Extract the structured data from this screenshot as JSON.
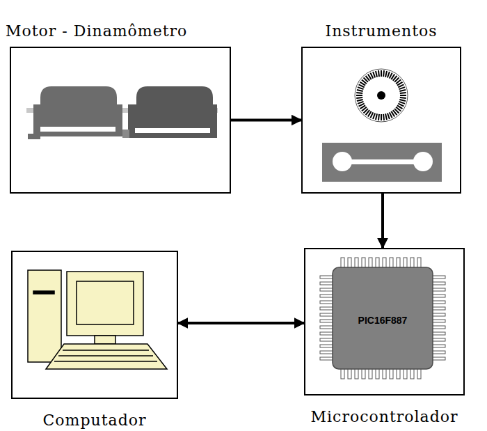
{
  "diagram": {
    "nodes": [
      {
        "text": [
          "Motor - Dinamômetro"
        ]
      },
      {
        "text": [
          "Instrumentos"
        ]
      },
      {
        "text": [
          "Computador"
        ]
      },
      {
        "text": [
          "Microcontrolador"
        ]
      }
    ],
    "edges": [
      {
        "from": 0,
        "to": 1,
        "arrow": "to"
      },
      {
        "from": 1,
        "to": 3,
        "arrow": "to"
      },
      {
        "from": 2,
        "to": 3,
        "arrow": "both"
      }
    ],
    "labels": [
      "PIC16F887"
    ]
  }
}
